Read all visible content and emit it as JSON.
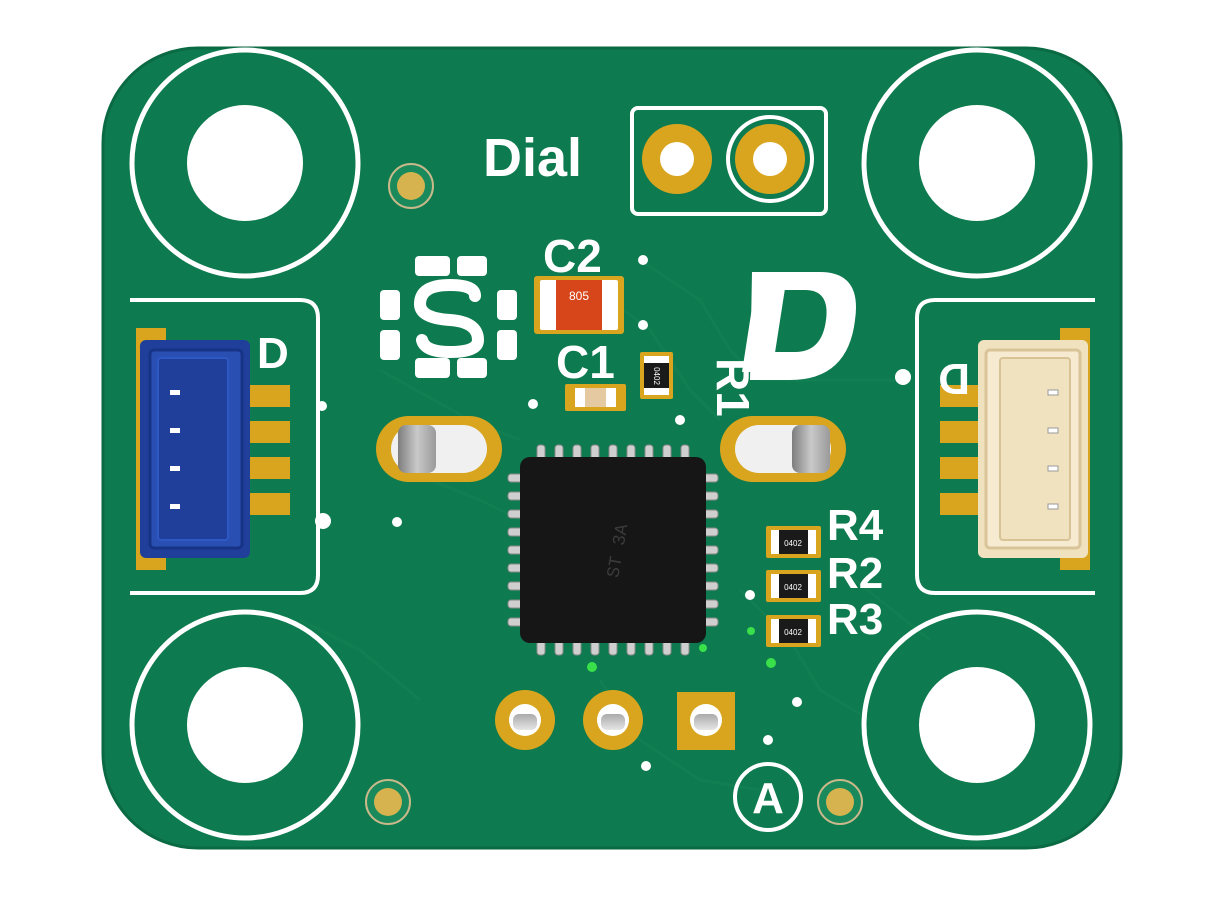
{
  "board": {
    "pcb_color": "#0e7a4f",
    "silkscreen_color": "#ffffff",
    "pad_color": "#d9a51e"
  },
  "labels": {
    "dial": "Dial",
    "c2": "C2",
    "c1": "C1",
    "r1": "R1",
    "r2": "R2",
    "r3": "R3",
    "r4": "R4",
    "a": "A",
    "d_left": "D",
    "d_right": "D"
  },
  "components": {
    "c2_package": "805",
    "r1_package": "0402",
    "r2_package": "0402",
    "r3_package": "0402",
    "r4_package": "0402"
  },
  "connectors": {
    "left_color": "#1f3f9a",
    "right_color": "#f1e2bf"
  },
  "icons": [
    "mounting-hole",
    "logo-s-icon",
    "logo-d-icon",
    "ic-chip",
    "slot-hole",
    "header-pin"
  ]
}
